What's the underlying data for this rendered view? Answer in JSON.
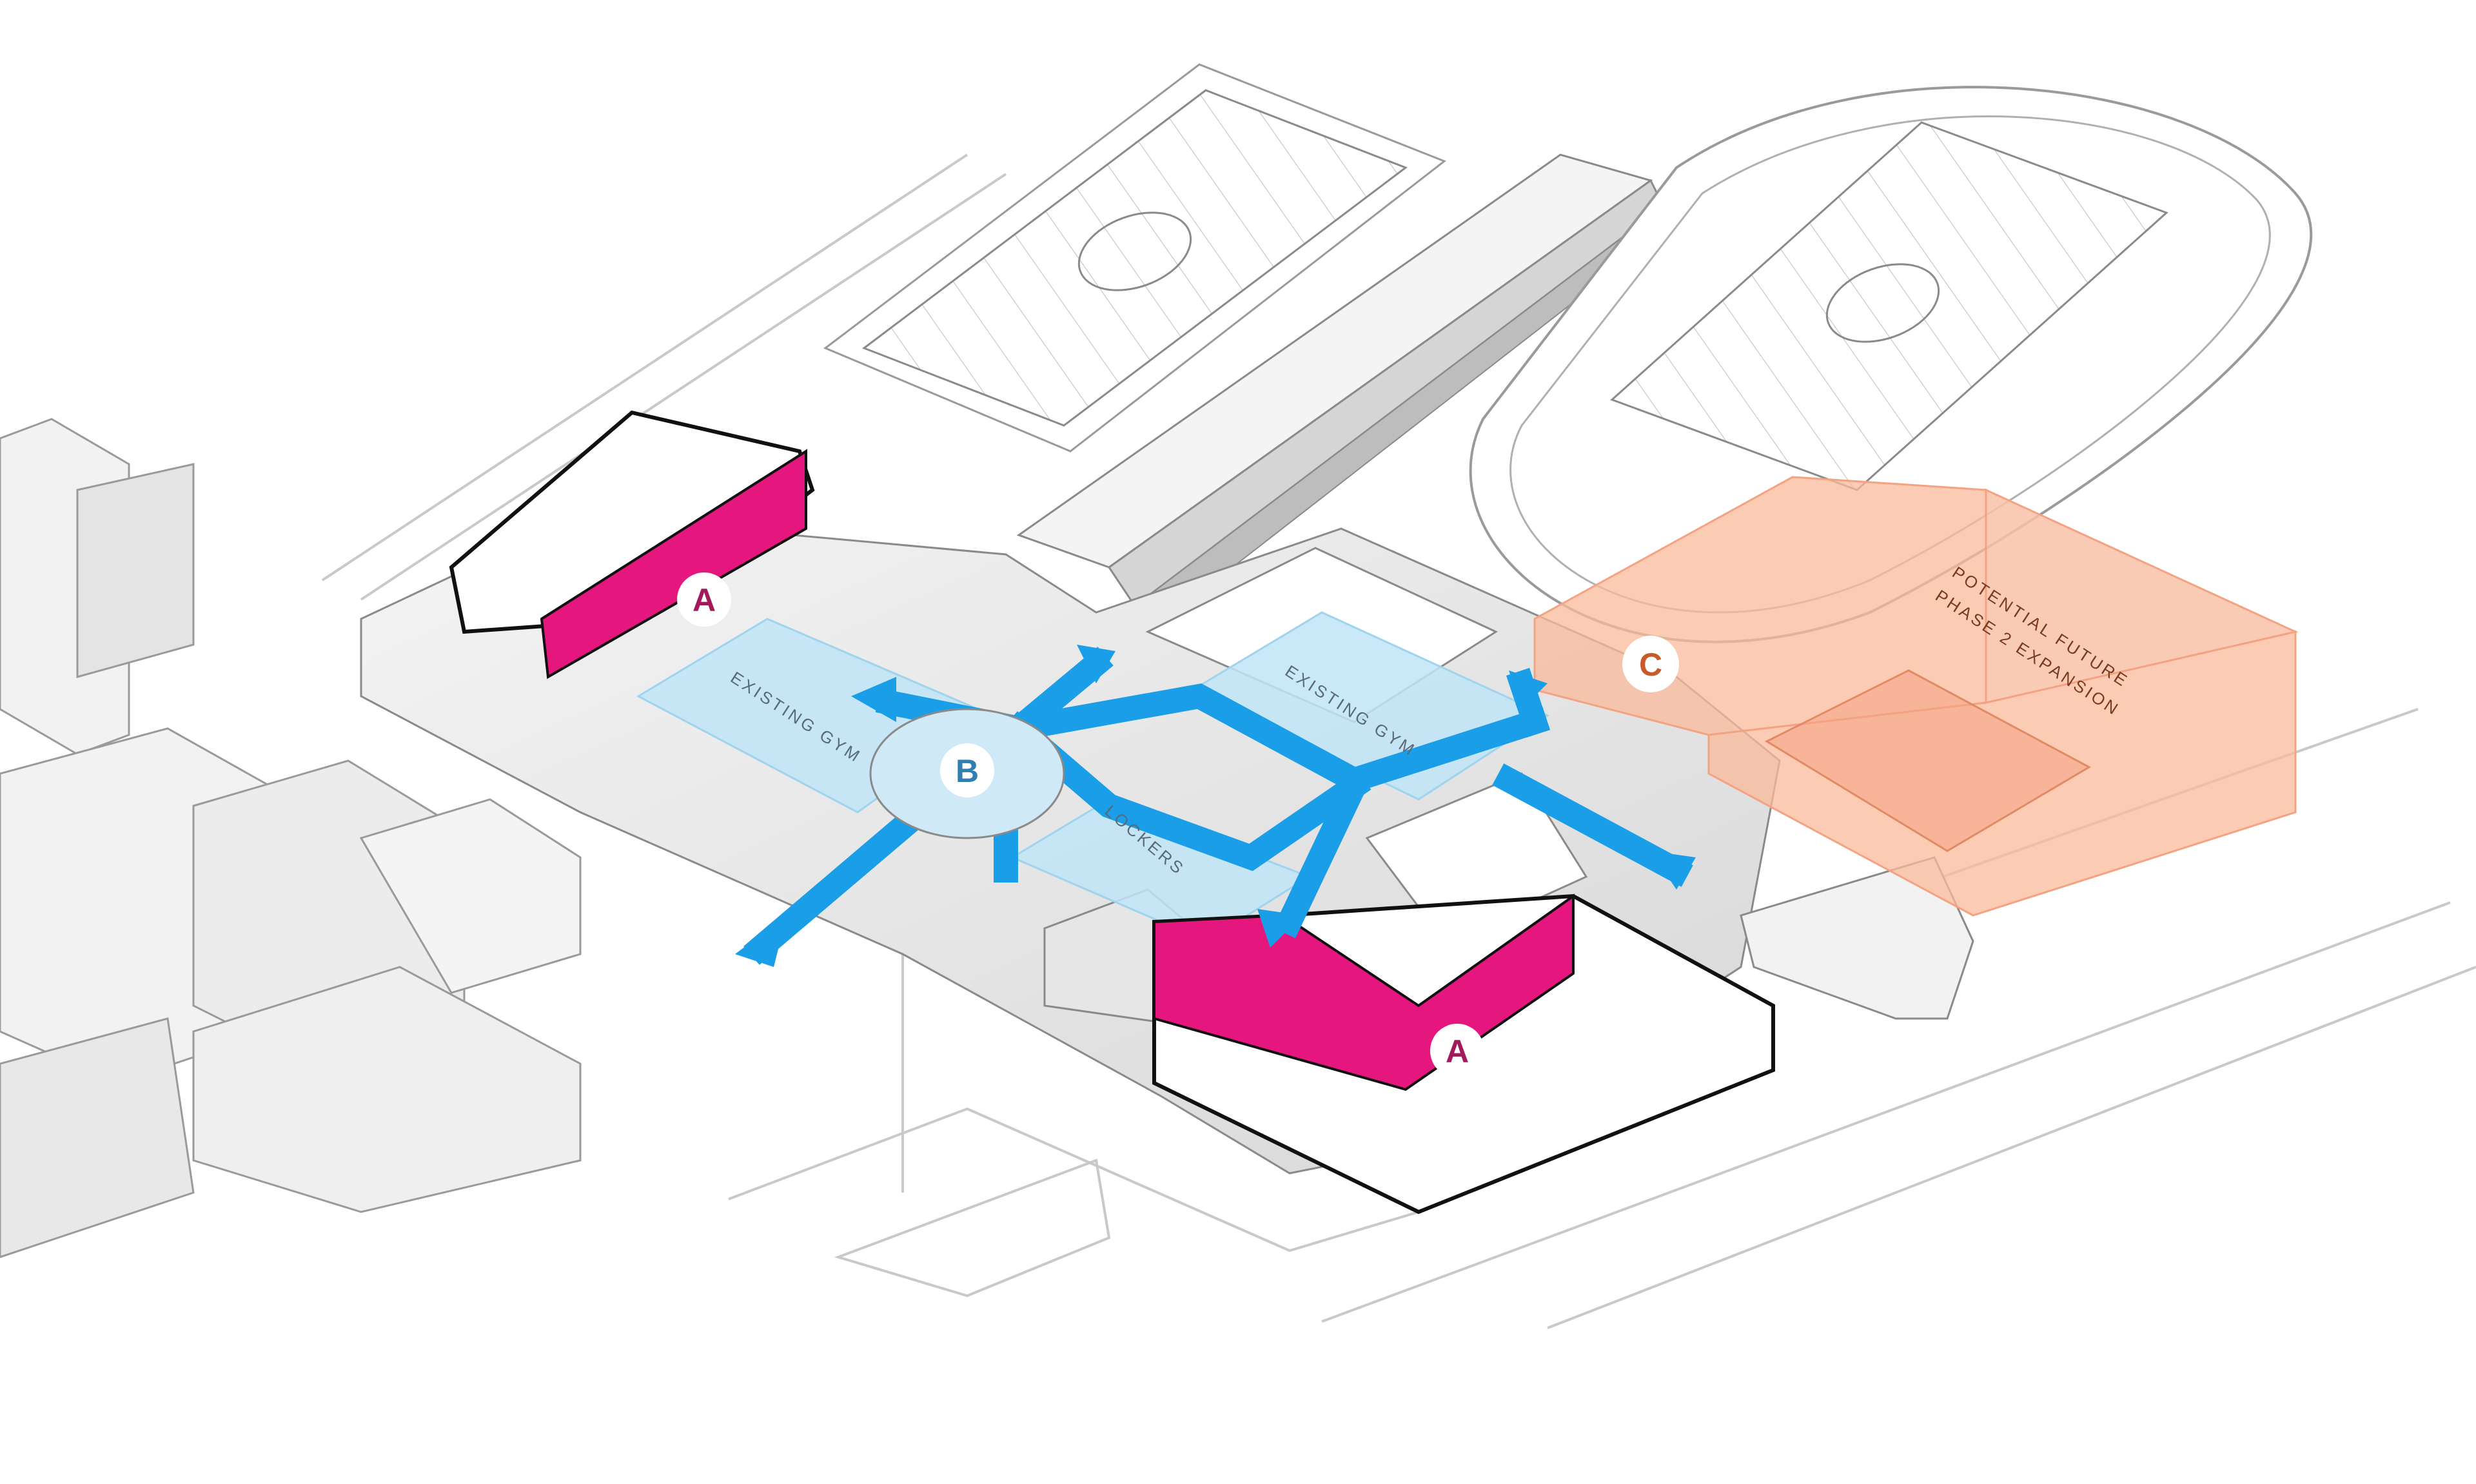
{
  "markers": {
    "a_north": "A",
    "a_south": "A",
    "b": "B",
    "c": "C"
  },
  "labels": {
    "gym_west": "EXISTING GYM",
    "gym_east": "EXISTING GYM",
    "lockers": "LOCKERS",
    "expansion_line1": "POTENTIAL FUTURE",
    "expansion_line2": "PHASE 2 EXPANSION"
  },
  "colors": {
    "addition": "#e5177e",
    "circulation": "#1a9ee8",
    "existing_zone": "#bfe5f7",
    "expansion_zone": "#f9b99a",
    "marker_text_a": "#a3195b",
    "marker_text_b": "#2f7fb3",
    "marker_text_c": "#c85a2a"
  }
}
